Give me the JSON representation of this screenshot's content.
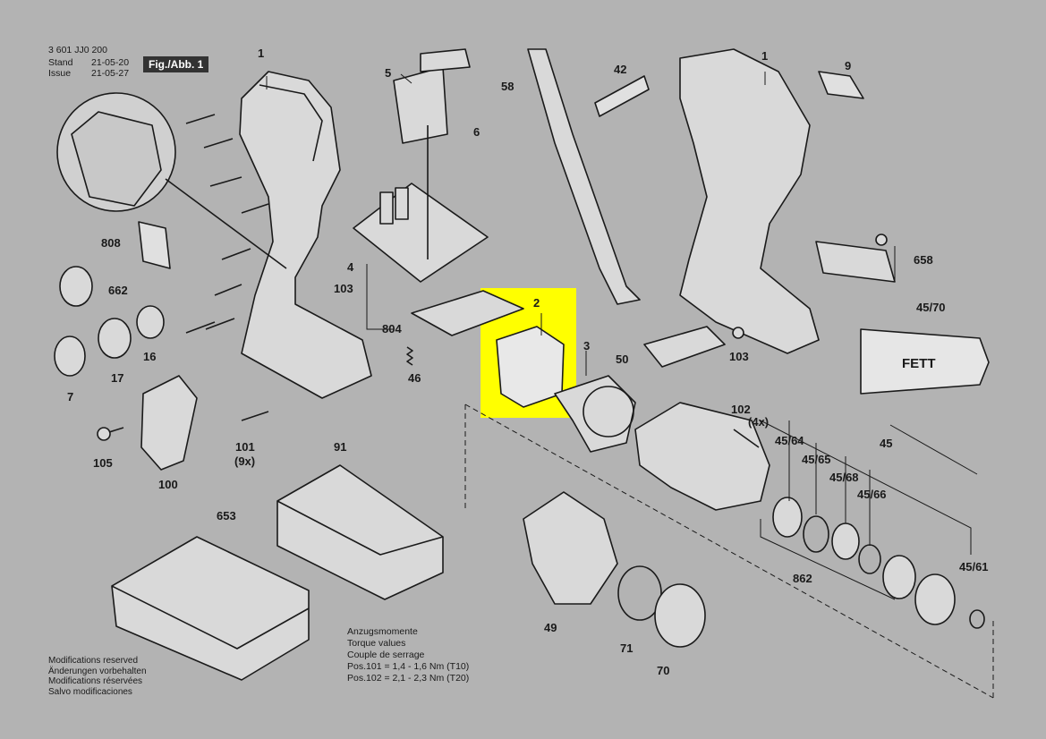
{
  "header": {
    "doc_number": "3 601 JJ0 200",
    "stand_label": "Stand",
    "issue_label": "Issue",
    "stand_date": "21-05-20",
    "issue_date": "21-05-27",
    "figure": "Fig./Abb. 1"
  },
  "labels": {
    "p1a": "1",
    "p1b": "1",
    "p2": "2",
    "p3": "3",
    "p4": "4",
    "p5": "5",
    "p6": "6",
    "p7": "7",
    "p9": "9",
    "p16": "16",
    "p17": "17",
    "p42": "42",
    "p45": "45",
    "p45_61": "45/61",
    "p45_64": "45/64",
    "p45_65": "45/65",
    "p45_66": "45/66",
    "p45_68": "45/68",
    "p45_70": "45/70",
    "p46": "46",
    "p49": "49",
    "p50": "50",
    "p58": "58",
    "p70": "70",
    "p71": "71",
    "p91": "91",
    "p100": "100",
    "p101": "101",
    "p101q": "(9x)",
    "p102": "102",
    "p102q": "(4x)",
    "p103a": "103",
    "p103b": "103",
    "p105": "105",
    "p653": "653",
    "p658": "658",
    "p662": "662",
    "p804": "804",
    "p808": "808",
    "p862": "862"
  },
  "fett": "FETT",
  "torque": {
    "title_de": "Anzugsmomente",
    "title_en": "Torque values",
    "title_fr": "Couple de serrage",
    "line1": "Pos.101 = 1,4 - 1,6 Nm (T10)",
    "line2": "Pos.102 = 2,1 - 2,3 Nm (T20)"
  },
  "notes": {
    "en": "Modifications reserved",
    "de": "Änderungen vorbehalten",
    "fr": "Modifications réservées",
    "es": "Salvo modificaciones"
  },
  "colors": {
    "background": "#b3b3b3",
    "highlight": "#ffff00",
    "line": "#1a1a1a"
  }
}
